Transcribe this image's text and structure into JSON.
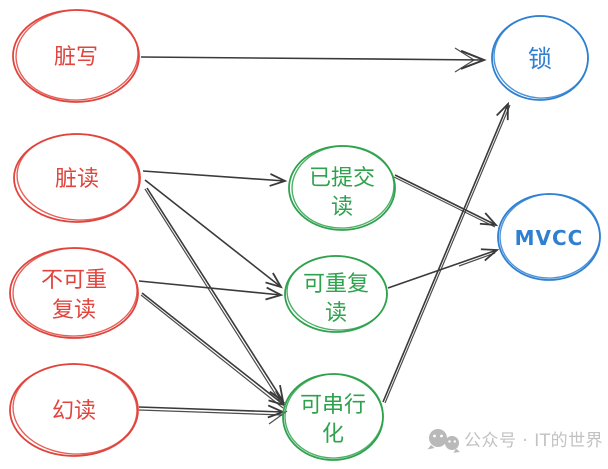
{
  "diagram": {
    "title_hint": "transaction isolation problems to isolation levels to implementation",
    "nodes": {
      "dirty_write": {
        "label": "脏写"
      },
      "dirty_read": {
        "label": "脏读"
      },
      "non_repeatable_read": {
        "line1": "不可重",
        "line2": "复读"
      },
      "phantom_read": {
        "label": "幻读"
      },
      "read_committed": {
        "line1": "已提交",
        "line2": "读"
      },
      "repeatable_read": {
        "line1": "可重复",
        "line2": "读"
      },
      "serializable": {
        "line1": "可串行",
        "line2": "化"
      },
      "lock": {
        "label": "锁"
      },
      "mvcc": {
        "label": "MVCC"
      }
    },
    "edges": [
      {
        "from": "dirty_write",
        "to": "lock"
      },
      {
        "from": "dirty_read",
        "to": "read_committed"
      },
      {
        "from": "dirty_read",
        "to": "repeatable_read"
      },
      {
        "from": "dirty_read",
        "to": "serializable"
      },
      {
        "from": "non_repeatable_read",
        "to": "repeatable_read"
      },
      {
        "from": "non_repeatable_read",
        "to": "serializable"
      },
      {
        "from": "phantom_read",
        "to": "serializable"
      },
      {
        "from": "read_committed",
        "to": "mvcc"
      },
      {
        "from": "repeatable_read",
        "to": "mvcc"
      },
      {
        "from": "serializable",
        "to": "lock"
      }
    ]
  },
  "watermark": {
    "label": "公众号 · IT的世界"
  },
  "colors": {
    "red": "#e0443c",
    "green": "#2fa24e",
    "blue": "#2f80d0",
    "arrow": "#3a3a3a",
    "watermark_text": "#c2c2c2",
    "watermark_icon": "#b9b9b9",
    "background": "#ffffff"
  }
}
